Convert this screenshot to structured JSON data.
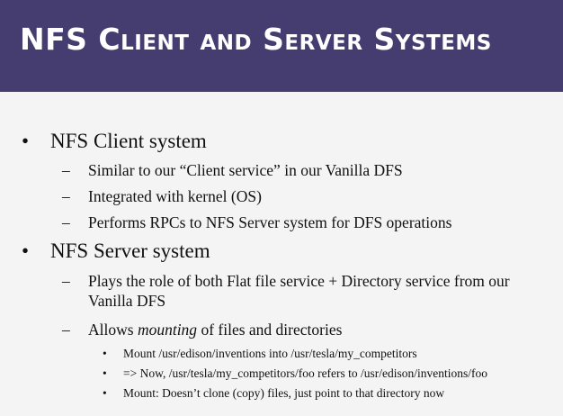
{
  "slide": {
    "title": "NFS Client and Server Systems",
    "bullets": [
      {
        "symbol": "•",
        "text": "NFS Client system",
        "sub": [
          {
            "symbol": "–",
            "text": "Similar to our “Client service” in our Vanilla DFS"
          },
          {
            "symbol": "–",
            "text": "Integrated with kernel (OS)"
          },
          {
            "symbol": "–",
            "text": "Performs RPCs to NFS Server system for DFS operations"
          }
        ]
      },
      {
        "symbol": "•",
        "text": "NFS Server system",
        "sub": [
          {
            "symbol": "–",
            "text": "Plays the role of both Flat file service + Directory service from our Vanilla DFS"
          },
          {
            "symbol": "–",
            "text_before": "Allows ",
            "text_em": "mounting",
            "text_after": " of files and directories",
            "sub": [
              {
                "symbol": "•",
                "text": "Mount /usr/edison/inventions into /usr/tesla/my_competitors"
              },
              {
                "symbol": "•",
                "text": "=> Now, /usr/tesla/my_competitors/foo refers to /usr/edison/inventions/foo"
              },
              {
                "symbol": "•",
                "text": "Mount: Doesn’t clone (copy) files, just point to that directory now"
              }
            ]
          }
        ]
      }
    ]
  }
}
